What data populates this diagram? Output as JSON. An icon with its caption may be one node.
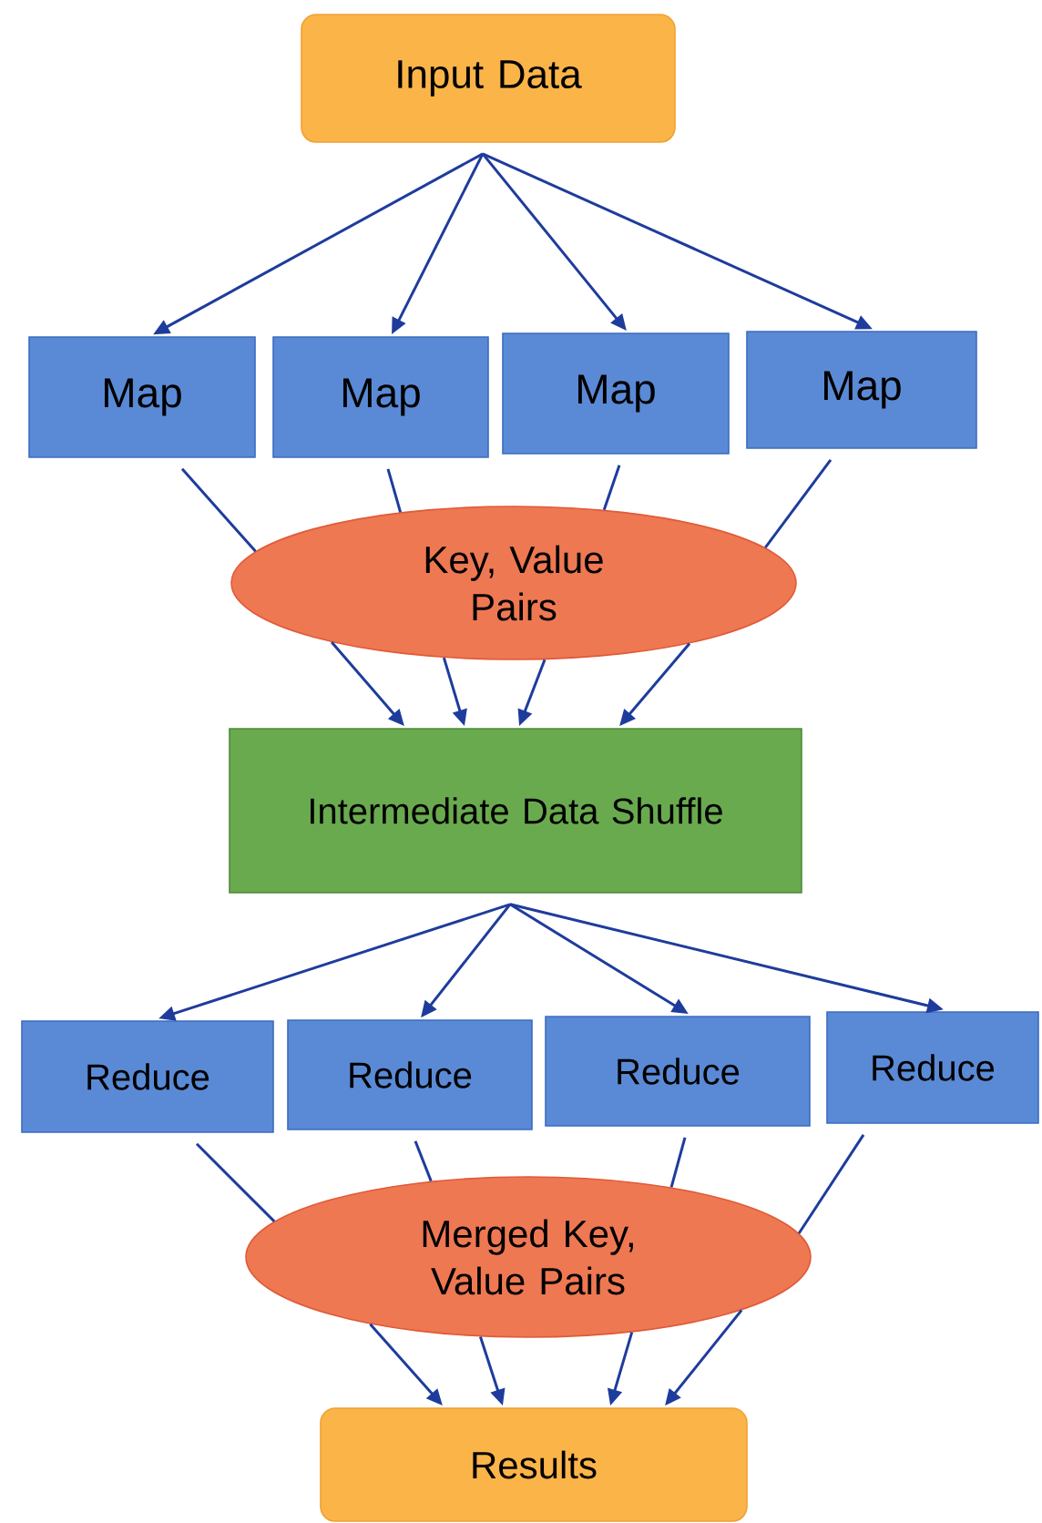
{
  "diagram": {
    "nodes": [
      {
        "text": [
          "Input Data"
        ]
      },
      {
        "text": [
          "Map"
        ]
      },
      {
        "text": [
          "Map"
        ]
      },
      {
        "text": [
          "Map"
        ]
      },
      {
        "text": [
          "Map"
        ]
      },
      {
        "text": [
          "Key, Value Pairs"
        ]
      },
      {
        "text": [
          "Intermediate Data Shuffle"
        ]
      },
      {
        "text": [
          "Reduce"
        ]
      },
      {
        "text": [
          "Reduce"
        ]
      },
      {
        "text": [
          "Reduce"
        ]
      },
      {
        "text": [
          "Reduce"
        ]
      },
      {
        "text": [
          "Merged Key, Value Pairs"
        ]
      },
      {
        "text": [
          "Results"
        ]
      }
    ],
    "edges": [
      {
        "from": 0,
        "to": 1,
        "arrow": "to"
      },
      {
        "from": 0,
        "to": 2,
        "arrow": "to"
      },
      {
        "from": 0,
        "to": 3,
        "arrow": "to"
      },
      {
        "from": 0,
        "to": 4,
        "arrow": "to"
      },
      {
        "from": 1,
        "to": 5,
        "arrow": "none"
      },
      {
        "from": 2,
        "to": 5,
        "arrow": "none"
      },
      {
        "from": 3,
        "to": 5,
        "arrow": "none"
      },
      {
        "from": 4,
        "to": 5,
        "arrow": "none"
      },
      {
        "from": 5,
        "to": 6,
        "arrow": "to"
      },
      {
        "from": 5,
        "to": 6,
        "arrow": "to"
      },
      {
        "from": 5,
        "to": 6,
        "arrow": "to"
      },
      {
        "from": 5,
        "to": 6,
        "arrow": "to"
      },
      {
        "from": 6,
        "to": 7,
        "arrow": "to"
      },
      {
        "from": 6,
        "to": 8,
        "arrow": "to"
      },
      {
        "from": 6,
        "to": 9,
        "arrow": "to"
      },
      {
        "from": 6,
        "to": 10,
        "arrow": "to"
      },
      {
        "from": 7,
        "to": 11,
        "arrow": "none"
      },
      {
        "from": 8,
        "to": 11,
        "arrow": "none"
      },
      {
        "from": 9,
        "to": 11,
        "arrow": "none"
      },
      {
        "from": 10,
        "to": 11,
        "arrow": "none"
      },
      {
        "from": 11,
        "to": 12,
        "arrow": "to"
      },
      {
        "from": 11,
        "to": 12,
        "arrow": "to"
      },
      {
        "from": 11,
        "to": 12,
        "arrow": "to"
      },
      {
        "from": 11,
        "to": 12,
        "arrow": "to"
      }
    ]
  }
}
